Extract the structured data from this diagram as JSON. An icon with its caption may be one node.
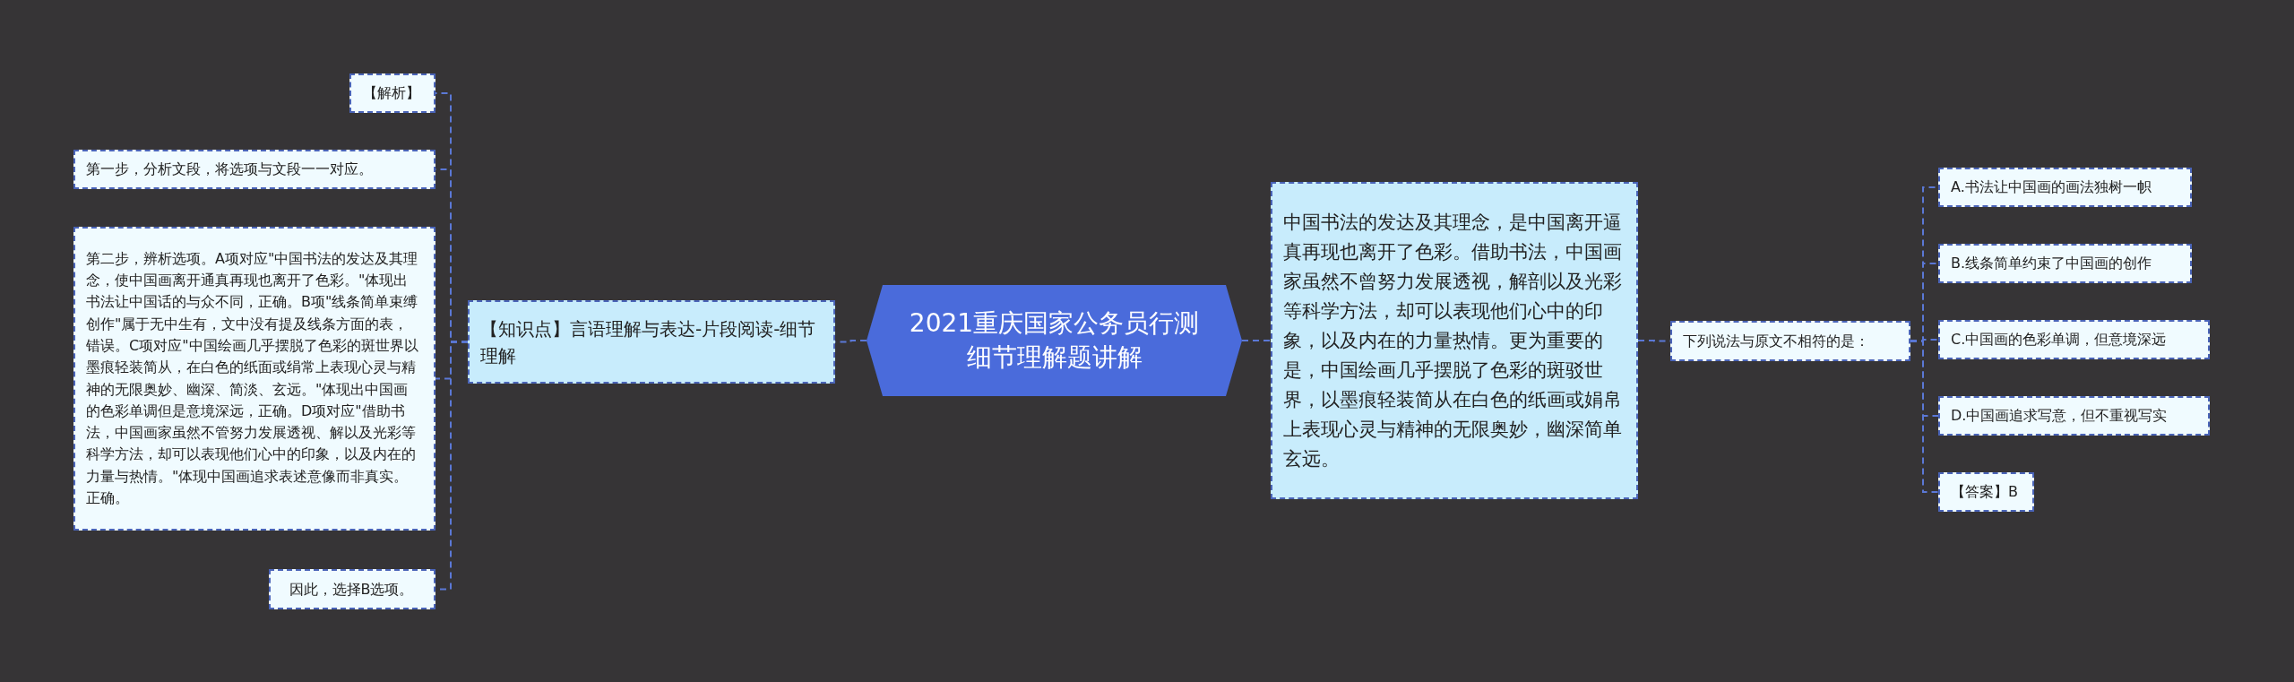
{
  "diagram": {
    "nodes": [
      {
        "text": [
          "2021重庆国家公务员行测细节理解题讲解"
        ]
      },
      {
        "text": [
          "【知识点】言语理解与表达-片段阅读-细节理解"
        ]
      },
      {
        "text": [
          "【解析】"
        ]
      },
      {
        "text": [
          "第一步，分析文段，将选项与文段一一对应。"
        ]
      },
      {
        "text": [
          "第二步，辨析选项。A项对应\"中国书法的发达及其理念，使中国画离开通真再现也离开了色彩。\"体现出书法让中国话的与众不同，正确。B项\"线条简单束缚创作\"属于无中生有，文中没有提及线条方面的表，错误。C项对应\"中国绘画几乎摆脱了色彩的斑世界以墨痕轻装简从，在白色的纸面或绢常上表现心灵与精神的无限奥妙、幽深、简淡、玄远。\"体现出中国画的色彩单调但是意境深远，正确。D项对应\"借助书法，中国画家虽然不管努力发展透视、解以及光彩等科学方法，却可以表现他们心中的印象，以及内在的力量与热情。\"体现中国画追求表述意像而非真实。正确。"
        ]
      },
      {
        "text": [
          "因此，选择B选项。"
        ]
      },
      {
        "text": [
          "中国书法的发达及其理念，是中国离开逼真再现也离开了色彩。借助书法，中国画家虽然不曾努力发展透视，解剖以及光彩等科学方法，却可以表现他们心中的印象，以及内在的力量热情。更为重要的是，中国绘画几乎摆脱了色彩的斑驳世界，以墨痕轻装简从在白色的纸画或娟帛上表现心灵与精神的无限奥妙，幽深简单玄远。"
        ]
      },
      {
        "text": [
          "下列说法与原文不相符的是："
        ]
      },
      {
        "text": [
          "A.书法让中国画的画法独树一帜"
        ]
      },
      {
        "text": [
          "B.线条简单约束了中国画的创作"
        ]
      },
      {
        "text": [
          "C.中国画的色彩单调，但意境深远"
        ]
      },
      {
        "text": [
          "D.中国画追求写意，但不重视写实"
        ]
      },
      {
        "text": [
          "【答案】B"
        ]
      }
    ],
    "edges": [
      {
        "from": 0,
        "to": 1,
        "arrow": "none",
        "style": "dashed"
      },
      {
        "from": 1,
        "to": 2,
        "arrow": "none",
        "style": "dashed"
      },
      {
        "from": 1,
        "to": 3,
        "arrow": "none",
        "style": "dashed"
      },
      {
        "from": 1,
        "to": 4,
        "arrow": "none",
        "style": "dashed"
      },
      {
        "from": 1,
        "to": 5,
        "arrow": "none",
        "style": "dashed"
      },
      {
        "from": 0,
        "to": 6,
        "arrow": "none",
        "style": "dashed"
      },
      {
        "from": 6,
        "to": 7,
        "arrow": "none",
        "style": "dashed"
      },
      {
        "from": 7,
        "to": 8,
        "arrow": "none",
        "style": "dashed"
      },
      {
        "from": 7,
        "to": 9,
        "arrow": "none",
        "style": "dashed"
      },
      {
        "from": 7,
        "to": 10,
        "arrow": "none",
        "style": "dashed"
      },
      {
        "from": 7,
        "to": 11,
        "arrow": "none",
        "style": "dashed"
      },
      {
        "from": 7,
        "to": 12,
        "arrow": "none",
        "style": "dashed"
      }
    ]
  }
}
